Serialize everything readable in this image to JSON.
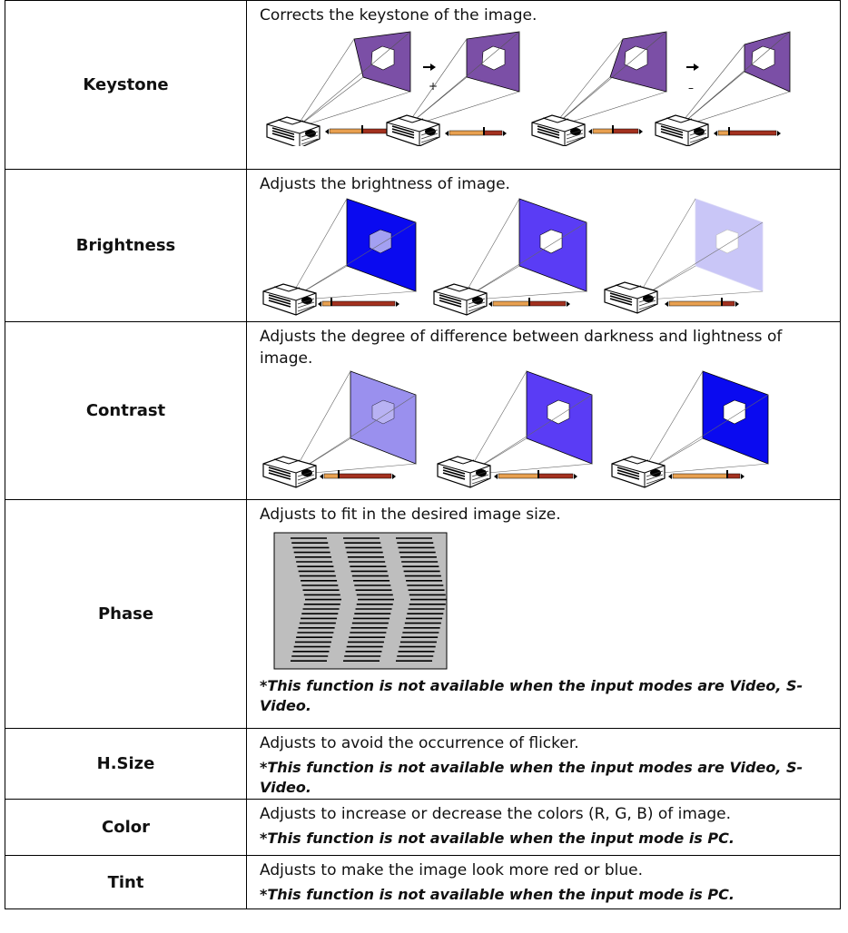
{
  "rows": [
    {
      "name": "Keystone",
      "description": "Corrects the keystone of the image.",
      "plus_sign": "+",
      "minus_sign": "–"
    },
    {
      "name": "Brightness",
      "description": "Adjusts the brightness of image."
    },
    {
      "name": "Contrast",
      "description": "Adjusts the degree of difference between darkness and lightness of image."
    },
    {
      "name": "Phase",
      "description": "Adjusts to fit in the desired image size.",
      "note": "*This function is not available when the input modes are Video, S-Video."
    },
    {
      "name": "H.Size",
      "description": "Adjusts to avoid the occurrence of flicker.",
      "note": "*This function is not available when the input modes are Video, S-Video."
    },
    {
      "name": "Color",
      "description": "Adjusts to increase or decrease the colors (R, G, B) of image.",
      "note": "*This function is not available when the input mode is PC."
    },
    {
      "name": "Tint",
      "description": "Adjusts to make the image look more red or blue.",
      "note": "*This function is not available when the input mode is PC."
    }
  ],
  "colors": {
    "keystone_screen": "#7b4fa6",
    "brightness_screens": [
      "#0a0af0",
      "#5a3cf5",
      "#c9c6f7"
    ],
    "contrast_screens": [
      "#9a90ee",
      "#5a3cf5",
      "#0a0af0"
    ],
    "slider_left": "#e8a050",
    "slider_right": "#a3311f"
  },
  "icons": [
    "projector-icon",
    "arrow-right-icon",
    "hexagon-icon",
    "slider-bar-icon"
  ]
}
